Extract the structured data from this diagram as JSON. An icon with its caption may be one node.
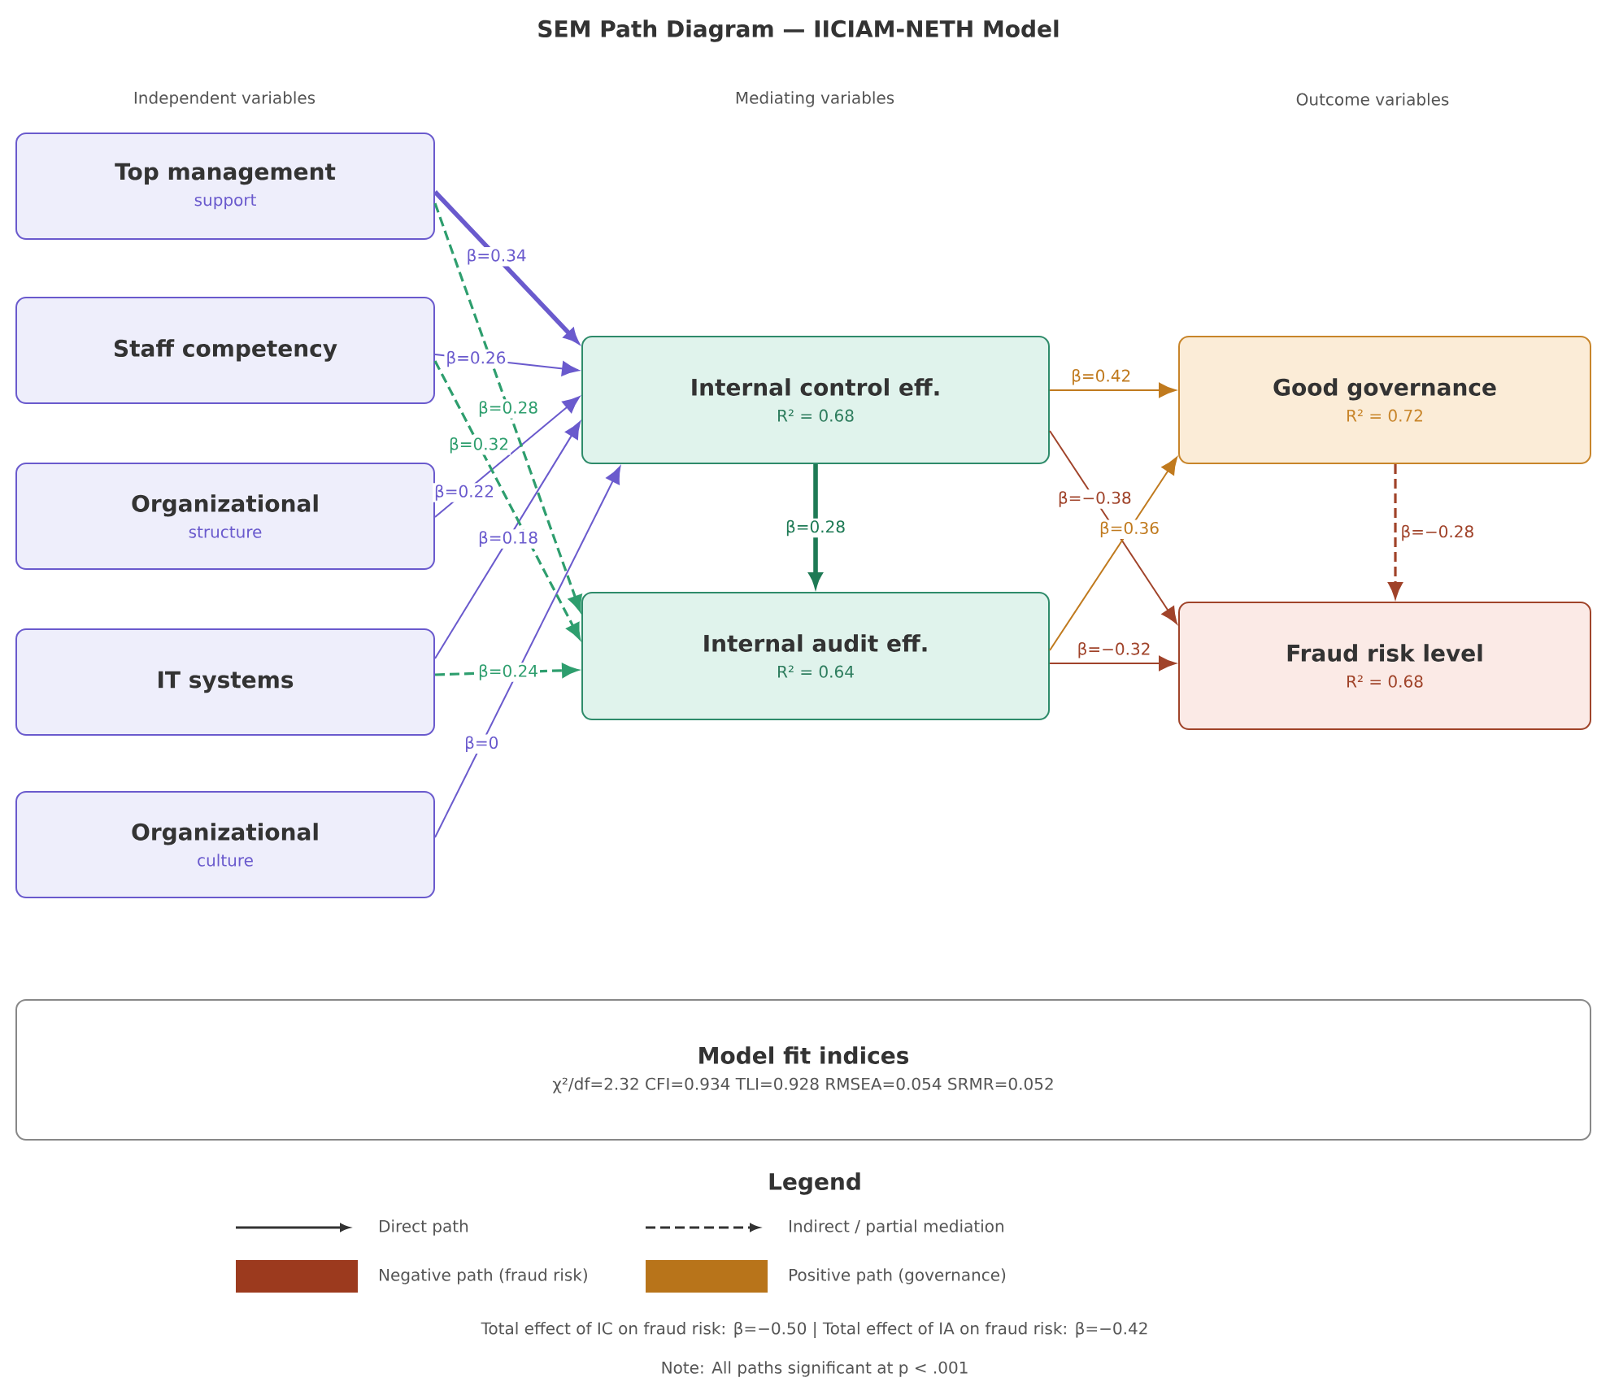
{
  "diagram": {
    "title": "SEM Path Diagram — IICIAM-NETH Model",
    "nodes": [
      {
        "text": [
          "Top management",
          "support"
        ]
      },
      {
        "text": [
          "Staff competency"
        ]
      },
      {
        "text": [
          "Organizational",
          "structure"
        ]
      },
      {
        "text": [
          "IT systems"
        ]
      },
      {
        "text": [
          "Organizational",
          "culture"
        ]
      },
      {
        "text": [
          "Internal control eff.",
          "R² = 0.68"
        ]
      },
      {
        "text": [
          "Internal audit eff.",
          "R² = 0.64"
        ]
      },
      {
        "text": [
          "Good governance",
          "R² = 0.72"
        ]
      },
      {
        "text": [
          "Fraud risk level",
          "R² = 0.68"
        ]
      },
      {
        "text": [
          "Model fit indices",
          "χ²/df=2.32  CFI=0.934  TLI=0.928  RMSEA=0.054  SRMR=0.052"
        ]
      }
    ],
    "edges": [
      {
        "from": 0,
        "to": 5,
        "arrow": "to",
        "label": "β=0.34",
        "style": "thick"
      },
      {
        "from": 1,
        "to": 5,
        "arrow": "to",
        "label": "β=0.26"
      },
      {
        "from": 2,
        "to": 5,
        "arrow": "to",
        "label": "β=0.22"
      },
      {
        "from": 3,
        "to": 5,
        "arrow": "to",
        "label": "β=0.18"
      },
      {
        "from": 4,
        "to": 5,
        "arrow": "to",
        "label": "β=0"
      },
      {
        "from": 0,
        "to": 6,
        "arrow": "to",
        "label": "β=0.28",
        "style": "dashed",
        "color": "#2e9e6e"
      },
      {
        "from": 1,
        "to": 6,
        "arrow": "to",
        "label": "β=0.32",
        "style": "dashed",
        "color": "#2e9e6e"
      },
      {
        "from": 3,
        "to": 6,
        "arrow": "to",
        "label": "β=0.24",
        "style": "dashed",
        "color": "#2e9e6e"
      },
      {
        "from": 5,
        "to": 6,
        "arrow": "to",
        "label": "β=0.28",
        "style": "thick",
        "color": "#1e7a55"
      },
      {
        "from": 5,
        "to": 7,
        "arrow": "to",
        "label": "β=0.42",
        "color": "#c07a1e"
      },
      {
        "from": 5,
        "to": 8,
        "arrow": "to",
        "label": "β=−0.38",
        "color": "#a0432a"
      },
      {
        "from": 6,
        "to": 7,
        "arrow": "to",
        "label": "β=0.36",
        "color": "#c07a1e"
      },
      {
        "from": 6,
        "to": 8,
        "arrow": "to",
        "label": "β=−0.32",
        "color": "#a0432a"
      },
      {
        "from": 7,
        "to": 8,
        "arrow": "to",
        "label": "β=−0.28",
        "style": "dashed",
        "color": "#a0432a"
      }
    ],
    "labels": [
      "Independent variables",
      "Mediating variables",
      "Outcome variables",
      "Legend",
      "Total effect of IC on fraud risk: β=−0.50  |  Total effect of IA on fraud risk: β=−0.42",
      "Note: All paths significant at p < .001"
    ],
    "legend": [
      {
        "text": "Direct path"
      },
      {
        "text": "Indirect / partial mediation"
      },
      {
        "text": "Negative path (fraud risk)",
        "color": "#9c3a1e"
      },
      {
        "text": "Positive path (governance)",
        "color": "#b8741a"
      }
    ]
  }
}
